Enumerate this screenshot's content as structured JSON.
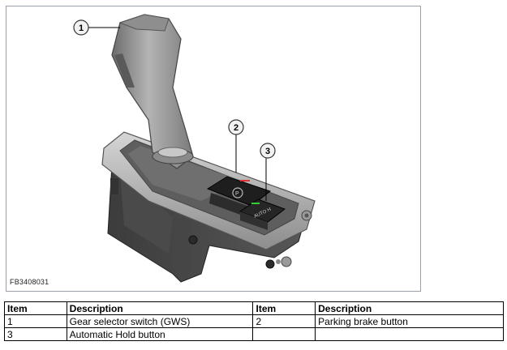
{
  "figure": {
    "code": "FB3408031",
    "callouts": [
      "1",
      "2",
      "3"
    ],
    "button_text": "AUTO H"
  },
  "table": {
    "headers": [
      "Item",
      "Description",
      "Item",
      "Description"
    ],
    "rows": [
      [
        "1",
        "Gear selector switch (GWS)",
        "2",
        "Parking brake button"
      ],
      [
        "3",
        "Automatic Hold button",
        "",
        ""
      ]
    ]
  }
}
